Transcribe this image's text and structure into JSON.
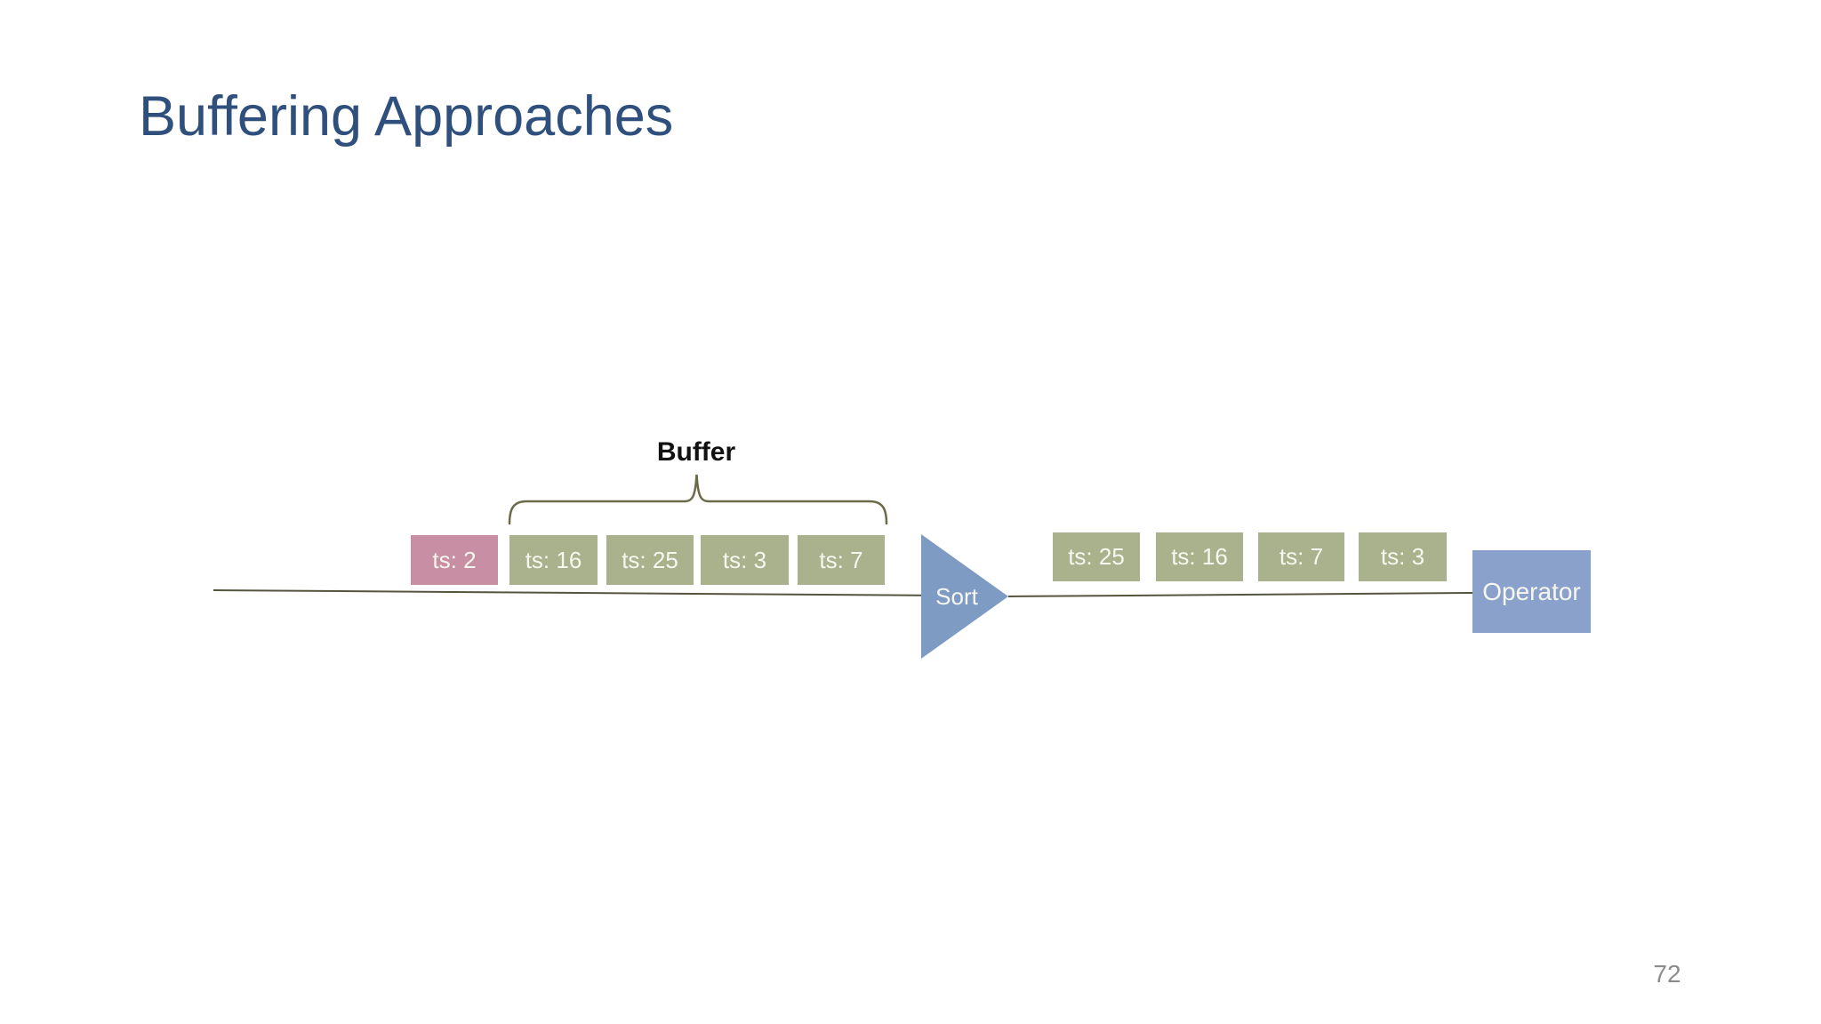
{
  "slide": {
    "title": "Buffering Approaches",
    "page_number": "72"
  },
  "diagram": {
    "buffer_label": "Buffer",
    "input_stream": [
      {
        "label": "ts: 2",
        "state": "out-of-order"
      },
      {
        "label": "ts: 16",
        "state": "buffered"
      },
      {
        "label": "ts: 25",
        "state": "buffered"
      },
      {
        "label": "ts: 3",
        "state": "buffered"
      },
      {
        "label": "ts: 7",
        "state": "buffered"
      }
    ],
    "sort_label": "Sort",
    "output_stream": [
      {
        "label": "ts: 25",
        "state": "sorted"
      },
      {
        "label": "ts: 16",
        "state": "sorted"
      },
      {
        "label": "ts: 7",
        "state": "sorted"
      },
      {
        "label": "ts: 3",
        "state": "sorted"
      }
    ],
    "operator_label": "Operator"
  },
  "colors": {
    "background": "#ffffff",
    "title_blue": "#2f4f7d",
    "box_green": "#a9b28c",
    "box_pink": "#c78ea4",
    "box_text": "#f7f7f0",
    "shape_blue": "#7e9bc4",
    "operator_blue": "#8aa2cb",
    "line_olive": "#55543e",
    "brace_olive": "#6b6a49",
    "page_gray": "#8b8b8b"
  }
}
